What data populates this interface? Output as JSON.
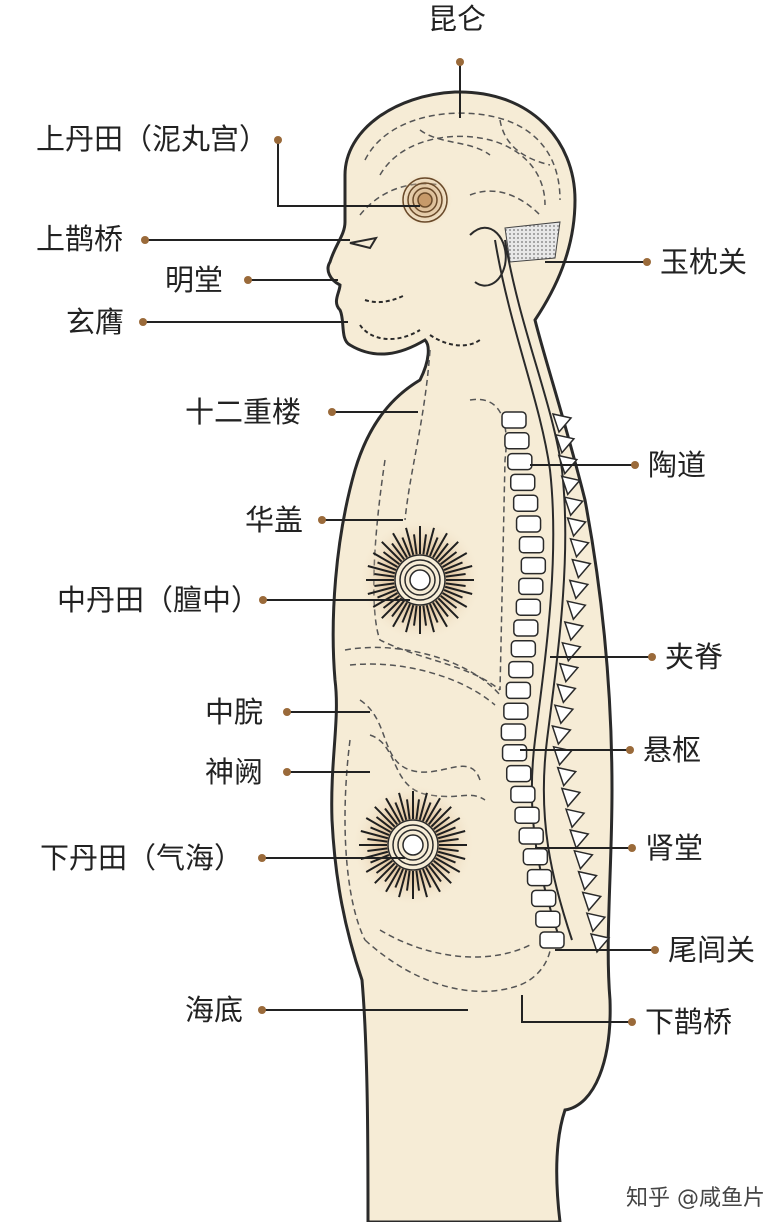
{
  "labels": {
    "kunlun": "昆仑",
    "upper_dantian": "上丹田（泥丸宫）",
    "upper_queqiao": "上鹊桥",
    "mingtang": "明堂",
    "xuanying": "玄膺",
    "shier_chonglou": "十二重楼",
    "huagai": "华盖",
    "middle_dantian": "中丹田（膻中）",
    "zhongwan": "中脘",
    "shenque": "神阙",
    "lower_dantian": "下丹田（气海）",
    "haidi": "海底",
    "yuzhen_guan": "玉枕关",
    "taodao": "陶道",
    "jiaji": "夹脊",
    "xuanshu": "悬枢",
    "shentang": "肾堂",
    "weilv_guan": "尾闾关",
    "lower_queqiao": "下鹊桥"
  },
  "watermark": "知乎 @咸鱼片",
  "colors": {
    "skin": "#f6ecd6",
    "outline": "#2a2a2a",
    "dot": "#9a6a3a",
    "glow": "#c79a6a",
    "dashed": "#555555"
  }
}
